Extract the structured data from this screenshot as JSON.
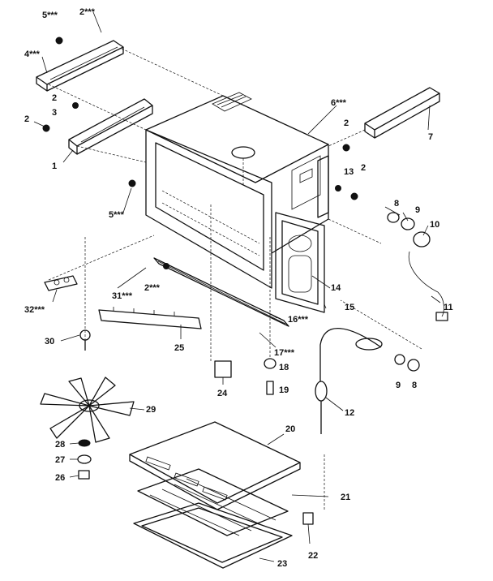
{
  "labels": {
    "p1": "1",
    "p2a": "2",
    "p2b": "2",
    "p2c": "2",
    "p2d": "2",
    "p2e": "2***",
    "p2top": "2***",
    "p3": "3",
    "p4": "4***",
    "p5top": "5***",
    "p5": "5***",
    "p6": "6***",
    "p7": "7",
    "p8a": "8",
    "p8b": "8",
    "p9a": "9",
    "p9b": "9",
    "p10": "10",
    "p11": "11",
    "p12": "12",
    "p13": "13",
    "p14": "14",
    "p15": "15",
    "p16": "16***",
    "p17": "17***",
    "p18": "18",
    "p19": "19",
    "p20": "20",
    "p21": "21",
    "p22": "22",
    "p23": "23",
    "p24": "24",
    "p25": "25",
    "p26": "26",
    "p27": "27",
    "p28": "28",
    "p29": "29",
    "p30": "30",
    "p31": "31***",
    "p32": "32***"
  }
}
